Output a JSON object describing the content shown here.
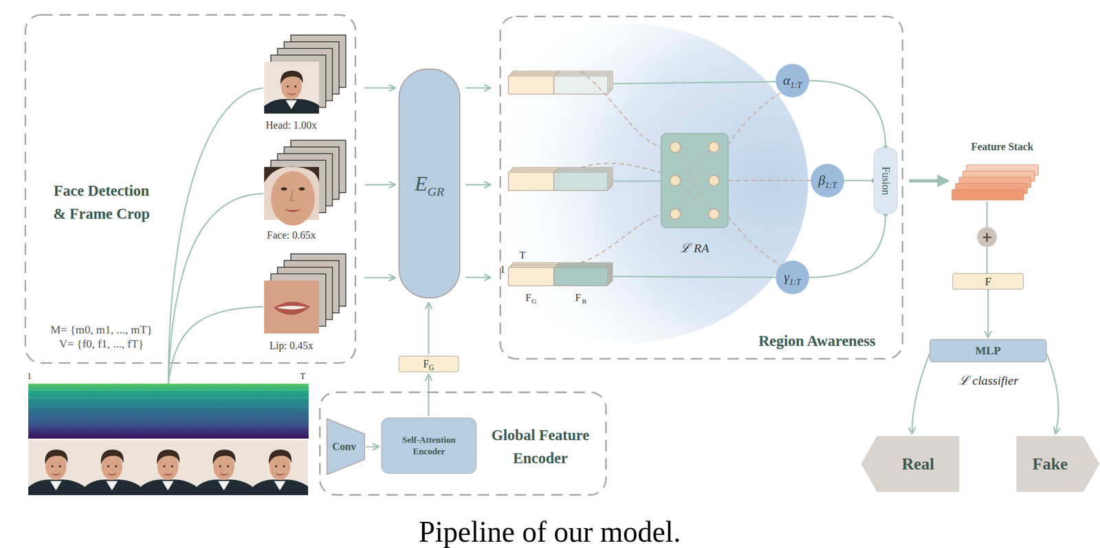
{
  "diagram": {
    "caption": "Pipeline of our model.",
    "nodes": [
      {
        "text": [
          "Face Detection & Frame Crop",
          "M= {m0, m1, ..., mT}",
          "V= {f0, f1, ..., fT}"
        ]
      },
      {
        "text": [
          "Head: 1.00x"
        ],
        "in": 0
      },
      {
        "text": [
          "Face: 0.65x"
        ],
        "in": 0
      },
      {
        "text": [
          "Lip: 0.45x"
        ],
        "in": 0
      },
      {
        "text": [
          "E",
          "GR"
        ]
      },
      {
        "text": [
          "F",
          "G"
        ]
      },
      {
        "text": [
          "Global Feature Encoder"
        ]
      },
      {
        "text": [
          "Conv"
        ],
        "in": 6
      },
      {
        "text": [
          "Self-Attention Encoder"
        ],
        "in": 6
      },
      {
        "text": [
          "Region Awareness"
        ]
      },
      {
        "text": [
          "ℒ RA"
        ],
        "in": 9
      },
      {
        "text": [
          "α",
          "1:T"
        ],
        "in": 9
      },
      {
        "text": [
          "β",
          "1:T"
        ],
        "in": 9
      },
      {
        "text": [
          "γ",
          "1:T"
        ],
        "in": 9
      },
      {
        "text": [
          "Fusion"
        ],
        "in": 9
      },
      {
        "text": [
          "Feature Stack"
        ]
      },
      {
        "text": [
          "+"
        ]
      },
      {
        "text": [
          "F"
        ]
      },
      {
        "text": [
          "MLP",
          "ℒ classifier"
        ]
      },
      {
        "text": [
          "Real"
        ]
      },
      {
        "text": [
          "Fake"
        ]
      }
    ],
    "edges": [
      {
        "from": 1,
        "to": 4,
        "arrow": "to"
      },
      {
        "from": 2,
        "to": 4,
        "arrow": "to"
      },
      {
        "from": 3,
        "to": 4,
        "arrow": "to"
      },
      {
        "from": 7,
        "to": 8,
        "arrow": "to"
      },
      {
        "from": 8,
        "to": 5,
        "arrow": "to"
      },
      {
        "from": 5,
        "to": 4,
        "arrow": "to"
      },
      {
        "from": 10,
        "to": 11,
        "arrow": "none"
      },
      {
        "from": 10,
        "to": 12,
        "arrow": "none"
      },
      {
        "from": 10,
        "to": 13,
        "arrow": "none"
      },
      {
        "from": 11,
        "to": 14,
        "arrow": "none"
      },
      {
        "from": 12,
        "to": 14,
        "arrow": "none"
      },
      {
        "from": 13,
        "to": 14,
        "arrow": "none"
      },
      {
        "from": 14,
        "to": 15,
        "arrow": "to"
      },
      {
        "from": 15,
        "to": 16,
        "arrow": "none"
      },
      {
        "from": 16,
        "to": 17,
        "arrow": "none"
      },
      {
        "from": 17,
        "to": 18,
        "arrow": "to"
      },
      {
        "from": 18,
        "to": 19,
        "arrow": "to"
      },
      {
        "from": 18,
        "to": 20,
        "arrow": "to"
      }
    ],
    "labels": [
      "1",
      "T",
      "1",
      "T",
      "F",
      "G",
      "F",
      "R"
    ]
  }
}
